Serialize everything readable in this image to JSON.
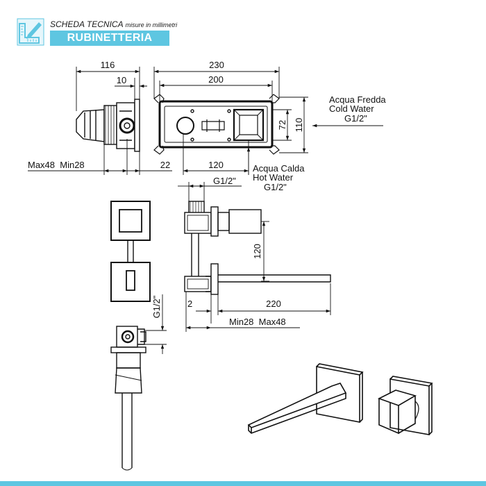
{
  "header": {
    "title": "SCHEDA TECNICA",
    "subtitle": "misure in millimetri",
    "category": "RUBINETTERIA",
    "accent_color": "#5ec6e1",
    "logo_icon": "ruler-pencil-icon"
  },
  "top_view": {
    "dim_overall_width": "230",
    "dim_body_width": "200",
    "dim_side_depth": "116",
    "dim_side_small": "10",
    "dim_height_inner": "72",
    "dim_height_outer": "110",
    "dim_depth_range": "Max48  Min28",
    "dim_22": "22",
    "dim_120": "120",
    "cold_water_it": "Acqua Fredda",
    "cold_water_en": "Cold Water",
    "cold_water_size": "G1/2\"",
    "hot_water_it": "Acqua Calda",
    "hot_water_en": "Hot Water",
    "hot_water_size": "G1/2\""
  },
  "side_view": {
    "dim_g12_top": "G1/2\"",
    "dim_120_vertical": "120",
    "dim_2": "2",
    "dim_220": "220",
    "dim_range": "Min28  Max48"
  },
  "front_view": {
    "dim_g12_vertical": "G1/2\""
  }
}
